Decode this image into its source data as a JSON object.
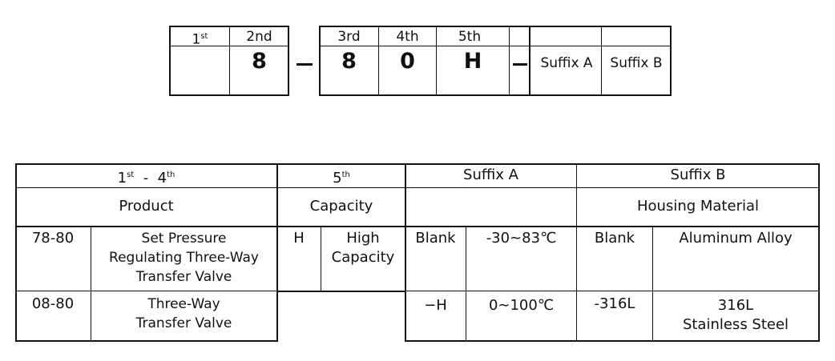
{
  "code_diagram": {
    "headers": {
      "first": "1",
      "first_sup": "st",
      "second": "2nd",
      "third": "3rd",
      "fourth": "4th",
      "fifth": "5th"
    },
    "values": {
      "second": "8",
      "third": "8",
      "fourth": "0",
      "fifth": "H"
    },
    "suffix_a": "Suffix A",
    "suffix_b": "Suffix B"
  },
  "table": {
    "header_row1": {
      "col1": "1",
      "col1_sup": "st",
      "col1_dash": "-",
      "col1_4": "4",
      "col1_4_sup": "th",
      "col2": "5",
      "col2_sup": "th",
      "col3": "Suffix A",
      "col4": "Suffix B"
    },
    "header_row2": {
      "product": "Product",
      "capacity": "Capacity",
      "housing": "Housing Material"
    },
    "rows": [
      {
        "code": "78-80",
        "product_line1": "Set Pressure",
        "product_line2": "Regulating Three-Way",
        "product_line3": "Transfer Valve",
        "cap_code": "H",
        "cap_line1": "High",
        "cap_line2": "Capacity",
        "sa_code": "Blank",
        "sa_value": "-30∼83℃",
        "sb_code": "Blank",
        "sb_value": "Aluminum Alloy"
      },
      {
        "code": "08-80",
        "product_line1": "Three-Way",
        "product_line2": "Transfer Valve",
        "sa_code": "−H",
        "sa_value": "0∼100℃",
        "sb_code": "-316L",
        "sb_line1": "316L",
        "sb_line2": "Stainless Steel"
      }
    ]
  }
}
